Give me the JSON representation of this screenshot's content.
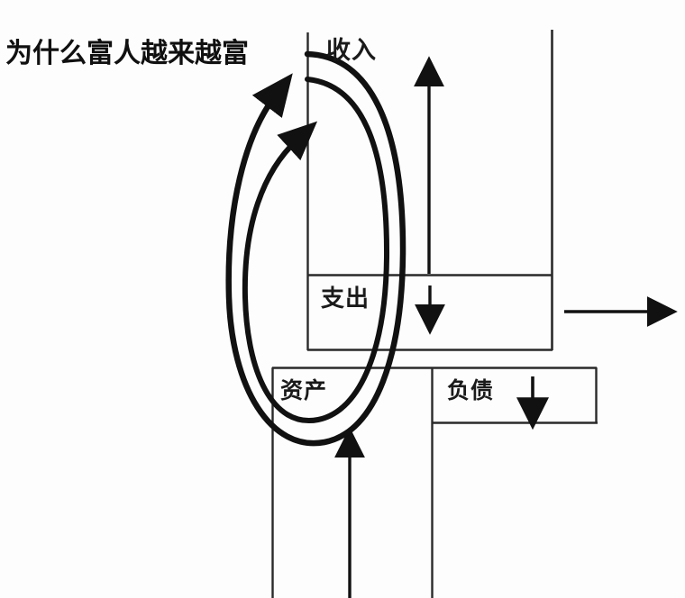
{
  "title": {
    "text": "为什么富人越来越富"
  },
  "diagram": {
    "kind": "cashflow-quadrant",
    "ink_color": "#111111",
    "background_color": "#fdfdfd",
    "boxes": [
      {
        "id": "income",
        "label": "收入"
      },
      {
        "id": "expenses",
        "label": "支出"
      },
      {
        "id": "assets",
        "label": "资产"
      },
      {
        "id": "liabilities",
        "label": "负债"
      }
    ],
    "arrows": [
      {
        "id": "income-up-arrow",
        "direction": "up"
      },
      {
        "id": "expenses-down-arrow",
        "direction": "down"
      },
      {
        "id": "expenses-right-arrow",
        "direction": "right"
      },
      {
        "id": "liabilities-down-arrow",
        "direction": "down"
      },
      {
        "id": "assets-up-arrow",
        "direction": "up"
      },
      {
        "id": "outer-loop-arrow",
        "direction": "counter-clockwise"
      },
      {
        "id": "inner-loop-arrow",
        "direction": "counter-clockwise"
      }
    ]
  }
}
